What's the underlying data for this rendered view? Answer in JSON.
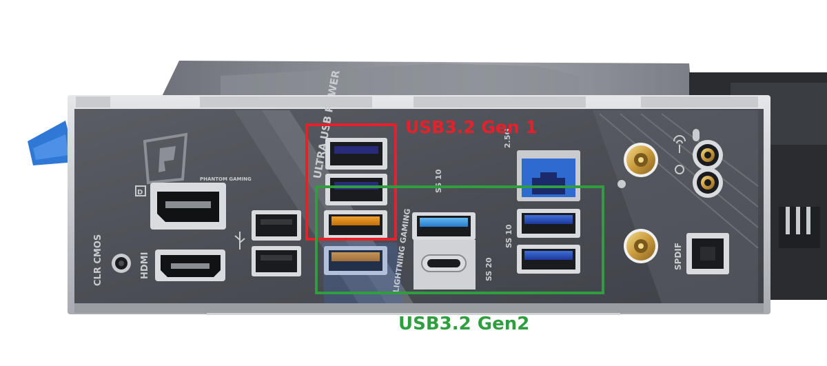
{
  "annotations": {
    "gen1": "USB3.2 Gen 1",
    "gen2": "USB3.2 Gen2"
  },
  "colors": {
    "gen1_highlight": "#e8202a",
    "gen2_highlight": "#2e9e3e",
    "io_shield": "#55585e",
    "usb_blue": "#1f3fa8",
    "usb_navy": "#2a2a7a",
    "usb_orange": "#e08a10"
  },
  "io_panel_labels": {
    "clr_cmos": "CLR CMOS",
    "hdmi": "HDMI",
    "phantom_gaming": "PHANTOM GAMING",
    "ultra_usb_power": "ULTRA USB POWER",
    "lightning_gaming": "LIGHTNING GAMING",
    "spdif": "SPDIF",
    "lan_speed": "2.5G",
    "ss10_top": "SS 10",
    "ss10_right": "SS 10",
    "ss20": "SS 20"
  },
  "icons": [
    "displayport-icon",
    "usb-trident-icon",
    "wifi-icon",
    "audio-out-icon",
    "mic-icon"
  ]
}
